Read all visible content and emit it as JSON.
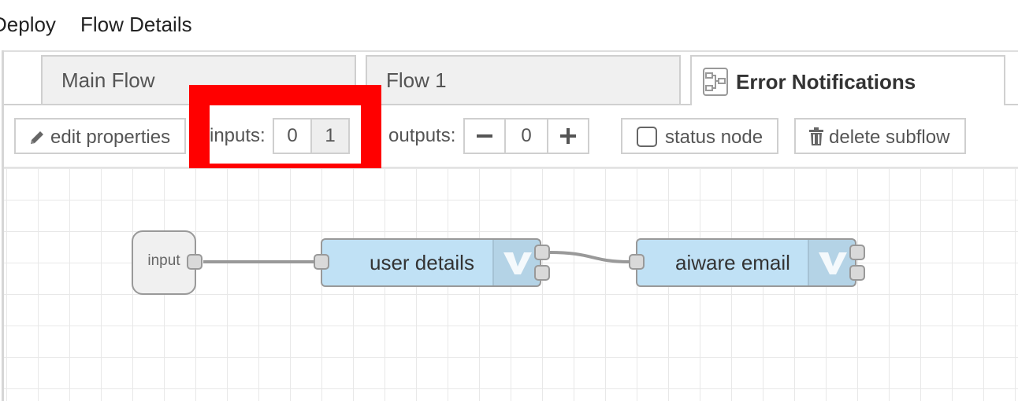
{
  "menu": {
    "items": [
      "Deploy",
      "Flow Details"
    ]
  },
  "tabs": [
    {
      "label": "Main Flow",
      "active": false
    },
    {
      "label": "Flow 1",
      "active": false
    },
    {
      "label": "Error Notifications",
      "active": true,
      "icon": "subflow-icon"
    }
  ],
  "toolbar": {
    "edit_label": "edit properties",
    "inputs_label": "inputs:",
    "inputs_options": [
      "0",
      "1"
    ],
    "inputs_selected": "1",
    "outputs_label": "outputs:",
    "outputs_value": "0",
    "minus": "−",
    "plus": "+",
    "status_label": "status node",
    "delete_label": "delete subflow"
  },
  "canvas": {
    "nodes": [
      {
        "label": "input",
        "type": "subflow-input"
      },
      {
        "label": "user details",
        "icon": "veritone-icon"
      },
      {
        "label": "aiware email",
        "icon": "veritone-icon"
      }
    ]
  },
  "colors": {
    "highlight": "#ff0000",
    "node_fill": "#c0e1f5",
    "active_tab": "#ffffff",
    "inactive_tab": "#f0f0f0"
  }
}
